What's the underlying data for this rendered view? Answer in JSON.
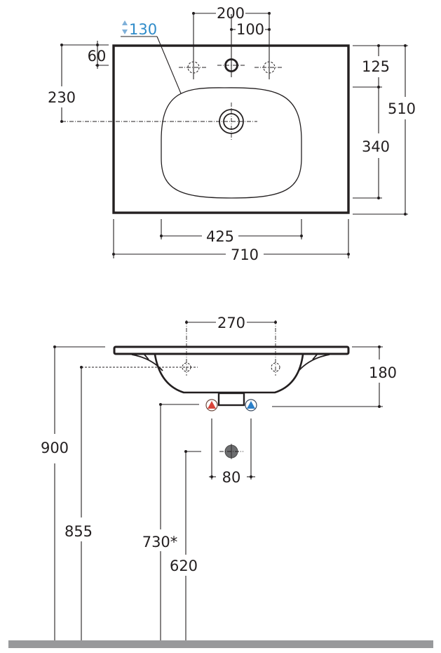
{
  "top_view": {
    "title": "Top view",
    "dimensions": {
      "tap_hole_spacing_outer": "200",
      "tap_hole_spacing_inner": "100",
      "bowl_depth": "130",
      "edge_to_tap_holes": "60",
      "edge_to_drain": "230",
      "back_to_bowl": "125",
      "total_depth": "510",
      "bowl_length": "340",
      "bowl_width": "425",
      "total_width": "710"
    }
  },
  "side_view": {
    "title": "Side view",
    "dimensions": {
      "bracket_spacing": "270",
      "basin_height": "180",
      "top_height": "900",
      "bracket_height": "855",
      "supply_height": "730*",
      "waste_height": "620",
      "supply_spacing": "80"
    },
    "markers": {
      "hot_supply": "hot-water-marker",
      "cold_supply": "cold-water-marker",
      "waste": "waste-outlet-marker"
    }
  },
  "colors": {
    "line": "#231f20",
    "accent_blue": "#2e8bc9",
    "hot_red": "#d9443a",
    "cold_blue": "#2a7fc9",
    "waste_grey": "#6d6e70",
    "floor_grey": "#98999b"
  }
}
